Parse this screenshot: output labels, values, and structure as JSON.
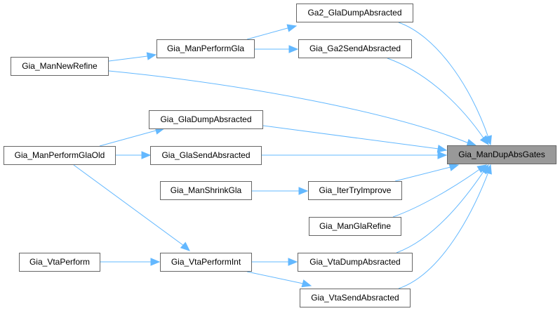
{
  "graph": {
    "type": "call-graph",
    "target": "Gia_ManDupAbsGates",
    "nodes": {
      "target": "Gia_ManDupAbsGates",
      "ga2_gladumpabsracted": "Ga2_GlaDumpAbsracted",
      "gia_ga2sendabsracted": "Gia_Ga2SendAbsracted",
      "gia_manperformgla": "Gia_ManPerformGla",
      "gia_mannewrefine": "Gia_ManNewRefine",
      "gia_gladumpabsracted": "Gia_GlaDumpAbsracted",
      "gia_glasendabsracted": "Gia_GlaSendAbsracted",
      "gia_manperformglaold": "Gia_ManPerformGlaOld",
      "gia_manshrinkgla": "Gia_ManShrinkGla",
      "gia_itertryimprove": "Gia_IterTryImprove",
      "gia_manglarefine": "Gia_ManGlaRefine",
      "gia_vtaperform": "Gia_VtaPerform",
      "gia_vtaperformint": "Gia_VtaPerformInt",
      "gia_vtadumpabsracted": "Gia_VtaDumpAbsracted",
      "gia_vtasendabsracted": "Gia_VtaSendAbsracted"
    },
    "edges": [
      [
        "gia_mannewrefine",
        "gia_manperformgla"
      ],
      [
        "gia_manperformgla",
        "ga2_gladumpabsracted"
      ],
      [
        "gia_manperformgla",
        "gia_ga2sendabsracted"
      ],
      [
        "ga2_gladumpabsracted",
        "target"
      ],
      [
        "gia_ga2sendabsracted",
        "target"
      ],
      [
        "gia_mannewrefine",
        "target"
      ],
      [
        "gia_manperformglaold",
        "gia_gladumpabsracted"
      ],
      [
        "gia_manperformglaold",
        "gia_glasendabsracted"
      ],
      [
        "gia_manperformglaold",
        "gia_vtaperformint"
      ],
      [
        "gia_gladumpabsracted",
        "target"
      ],
      [
        "gia_glasendabsracted",
        "target"
      ],
      [
        "gia_manshrinkgla",
        "gia_itertryimprove"
      ],
      [
        "gia_itertryimprove",
        "target"
      ],
      [
        "gia_manglarefine",
        "target"
      ],
      [
        "gia_vtaperform",
        "gia_vtaperformint"
      ],
      [
        "gia_vtaperformint",
        "gia_vtadumpabsracted"
      ],
      [
        "gia_vtaperformint",
        "gia_vtasendabsracted"
      ],
      [
        "gia_vtadumpabsracted",
        "target"
      ],
      [
        "gia_vtasendabsracted",
        "target"
      ]
    ],
    "colors": {
      "edge": "#63b8ff",
      "node_border": "#666666",
      "target_fill": "#999999"
    }
  }
}
